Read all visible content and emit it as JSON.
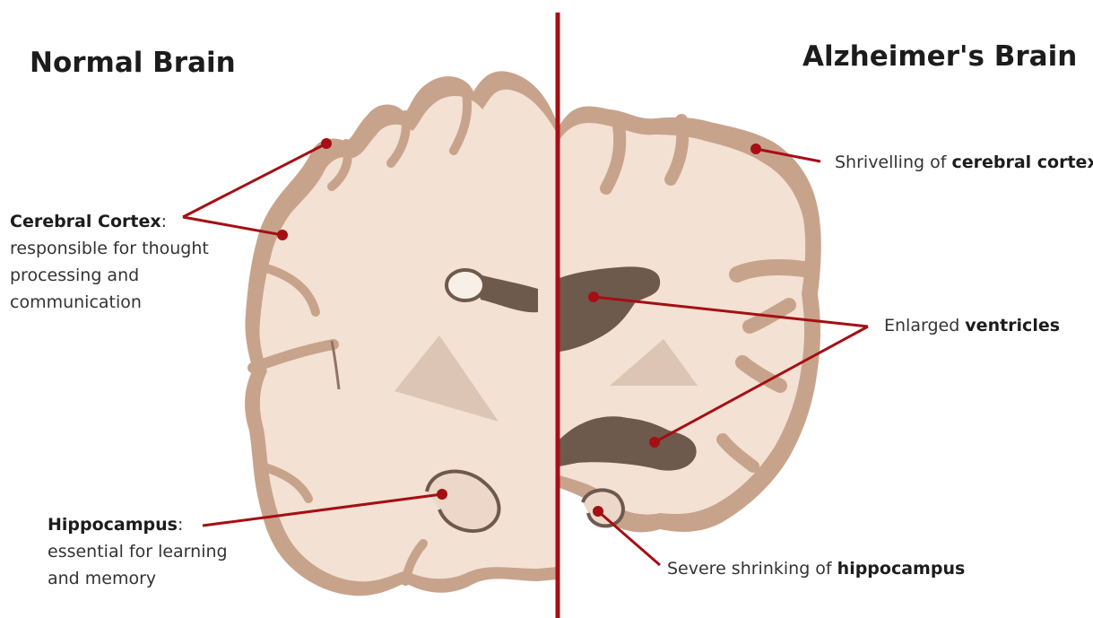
{
  "titles": {
    "normal": "Normal Brain",
    "alzheimers": "Alzheimer's Brain"
  },
  "left_labels": {
    "cortex": {
      "term": "Cerebral Cortex",
      "colon": ":",
      "lines": [
        "responsible for thought",
        "processing and",
        "communication"
      ]
    },
    "hippocampus": {
      "term": "Hippocampus",
      "colon": ":",
      "lines": [
        "essential for learning",
        "and memory"
      ]
    }
  },
  "right_labels": {
    "cortex": {
      "prefix": "Shrivelling of ",
      "bold": "cerebral cortex"
    },
    "ventricles": {
      "prefix": "Enlarged ",
      "bold": "ventricles"
    },
    "hippocampus": {
      "prefix": "Severe shrinking of ",
      "bold": "hippocampus"
    }
  },
  "colors": {
    "divider": "#a50f14",
    "pointer": "#a50f14",
    "cortex_outer": "#c8a38b",
    "brain_fill": "#f3e1d3",
    "ventricle": "#6e5a4d",
    "outline": "#8f7465",
    "text_bold": "#1c1c1c",
    "text": "#333333"
  }
}
